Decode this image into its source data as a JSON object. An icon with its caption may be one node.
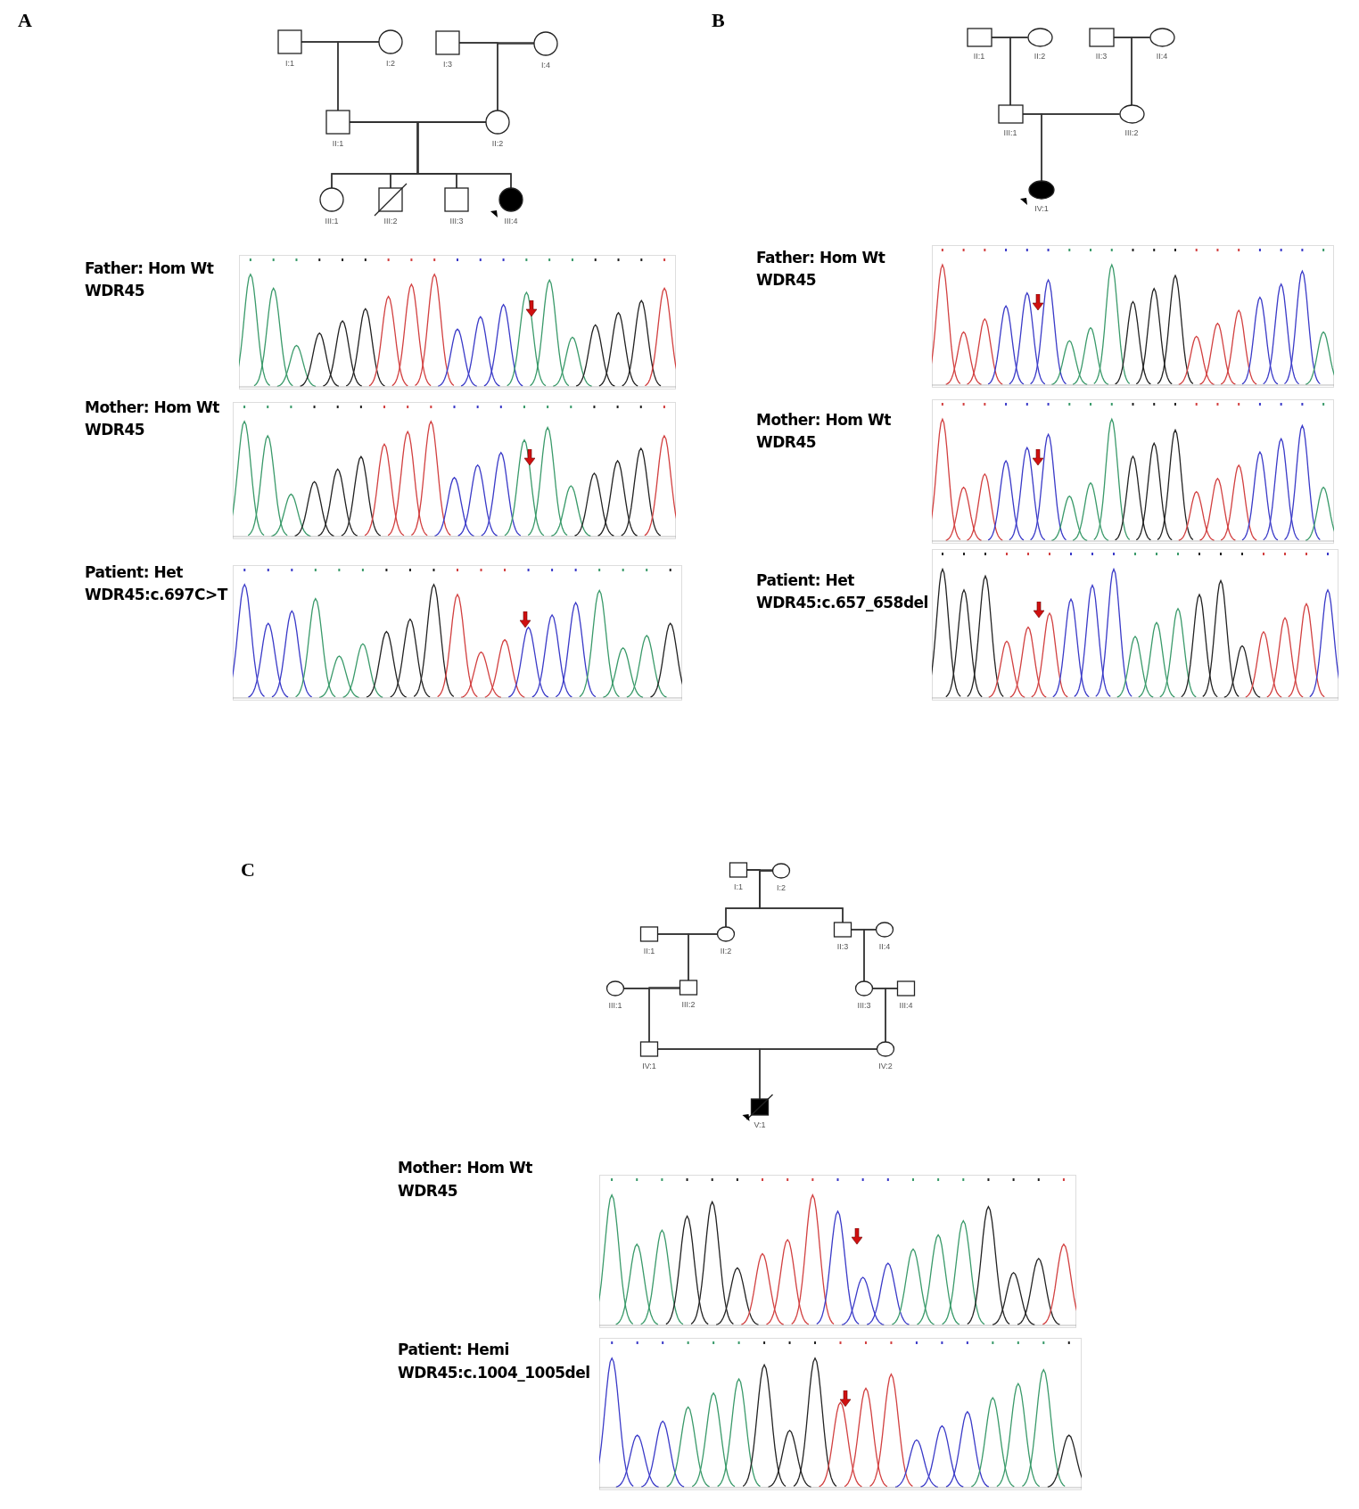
{
  "diagram": {
    "nodes": [
      {
        "text": [
          "I:1"
        ]
      },
      {
        "text": [
          "I:2"
        ]
      },
      {
        "text": [
          "I:3"
        ]
      },
      {
        "text": [
          "I:4"
        ]
      },
      {
        "text": [
          "II:1"
        ]
      },
      {
        "text": [
          "II:2"
        ]
      },
      {
        "text": [
          "III:1"
        ]
      },
      {
        "text": [
          "III:2"
        ]
      },
      {
        "text": [
          "III:3"
        ]
      },
      {
        "text": [
          "III:4"
        ]
      },
      {
        "text": [
          "II:1"
        ]
      },
      {
        "text": [
          "II:2"
        ]
      },
      {
        "text": [
          "II:3"
        ]
      },
      {
        "text": [
          "II:4"
        ]
      },
      {
        "text": [
          "III:1"
        ]
      },
      {
        "text": [
          "III:2"
        ]
      },
      {
        "text": [
          "IV:1"
        ]
      },
      {
        "text": [
          "I:1"
        ]
      },
      {
        "text": [
          "I:2"
        ]
      },
      {
        "text": [
          "II:1"
        ]
      },
      {
        "text": [
          "II:2"
        ]
      },
      {
        "text": [
          "II:3"
        ]
      },
      {
        "text": [
          "II:4"
        ]
      },
      {
        "text": [
          "III:1"
        ]
      },
      {
        "text": [
          "III:2"
        ]
      },
      {
        "text": [
          "III:3"
        ]
      },
      {
        "text": [
          "III:4"
        ]
      },
      {
        "text": [
          "IV:1"
        ]
      },
      {
        "text": [
          "IV:2"
        ]
      },
      {
        "text": [
          "V:1"
        ]
      }
    ],
    "edges": [
      {
        "from": 0,
        "to": 1,
        "arrow": "none"
      },
      {
        "from": 0,
        "to": 4,
        "arrow": "none"
      },
      {
        "from": 1,
        "to": 4,
        "arrow": "none"
      },
      {
        "from": 2,
        "to": 3,
        "arrow": "none"
      },
      {
        "from": 2,
        "to": 5,
        "arrow": "none"
      },
      {
        "from": 3,
        "to": 5,
        "arrow": "none"
      },
      {
        "from": 4,
        "to": 5,
        "arrow": "none"
      },
      {
        "from": 4,
        "to": 6,
        "arrow": "none"
      },
      {
        "from": 5,
        "to": 6,
        "arrow": "none"
      },
      {
        "from": 4,
        "to": 7,
        "arrow": "none"
      },
      {
        "from": 5,
        "to": 7,
        "arrow": "none"
      },
      {
        "from": 4,
        "to": 8,
        "arrow": "none"
      },
      {
        "from": 5,
        "to": 8,
        "arrow": "none"
      },
      {
        "from": 4,
        "to": 9,
        "arrow": "none"
      },
      {
        "from": 5,
        "to": 9,
        "arrow": "none"
      },
      {
        "from": 10,
        "to": 11,
        "arrow": "none"
      },
      {
        "from": 10,
        "to": 14,
        "arrow": "none"
      },
      {
        "from": 11,
        "to": 14,
        "arrow": "none"
      },
      {
        "from": 12,
        "to": 13,
        "arrow": "none"
      },
      {
        "from": 12,
        "to": 15,
        "arrow": "none"
      },
      {
        "from": 13,
        "to": 15,
        "arrow": "none"
      },
      {
        "from": 14,
        "to": 15,
        "arrow": "none"
      },
      {
        "from": 14,
        "to": 16,
        "arrow": "none"
      },
      {
        "from": 15,
        "to": 16,
        "arrow": "none"
      },
      {
        "from": 17,
        "to": 18,
        "arrow": "none"
      },
      {
        "from": 17,
        "to": 20,
        "arrow": "none"
      },
      {
        "from": 18,
        "to": 20,
        "arrow": "none"
      },
      {
        "from": 17,
        "to": 21,
        "arrow": "none"
      },
      {
        "from": 18,
        "to": 21,
        "arrow": "none"
      },
      {
        "from": 19,
        "to": 20,
        "arrow": "none"
      },
      {
        "from": 19,
        "to": 24,
        "arrow": "none"
      },
      {
        "from": 20,
        "to": 24,
        "arrow": "none"
      },
      {
        "from": 21,
        "to": 22,
        "arrow": "none"
      },
      {
        "from": 21,
        "to": 25,
        "arrow": "none"
      },
      {
        "from": 22,
        "to": 25,
        "arrow": "none"
      },
      {
        "from": 23,
        "to": 24,
        "arrow": "none"
      },
      {
        "from": 23,
        "to": 27,
        "arrow": "none"
      },
      {
        "from": 24,
        "to": 27,
        "arrow": "none"
      },
      {
        "from": 25,
        "to": 26,
        "arrow": "none"
      },
      {
        "from": 25,
        "to": 28,
        "arrow": "none"
      },
      {
        "from": 26,
        "to": 28,
        "arrow": "none"
      },
      {
        "from": 27,
        "to": 28,
        "arrow": "none"
      },
      {
        "from": 27,
        "to": 29,
        "arrow": "none"
      },
      {
        "from": 28,
        "to": 29,
        "arrow": "none"
      }
    ],
    "labels": [
      "A",
      "Father: Hom Wt",
      "WDR45",
      "Mother: Hom Wt",
      "WDR45",
      "Patient: Het",
      "WDR45:c.697C>T",
      "B",
      "Father: Hom Wt",
      "WDR45",
      "Mother: Hom Wt",
      "WDR45",
      "Patient: Het",
      "WDR45:c.657_658del",
      "C",
      "Mother: Hom Wt",
      "WDR45",
      "Patient: Hemi",
      "WDR45:c.1004_1005del"
    ]
  }
}
